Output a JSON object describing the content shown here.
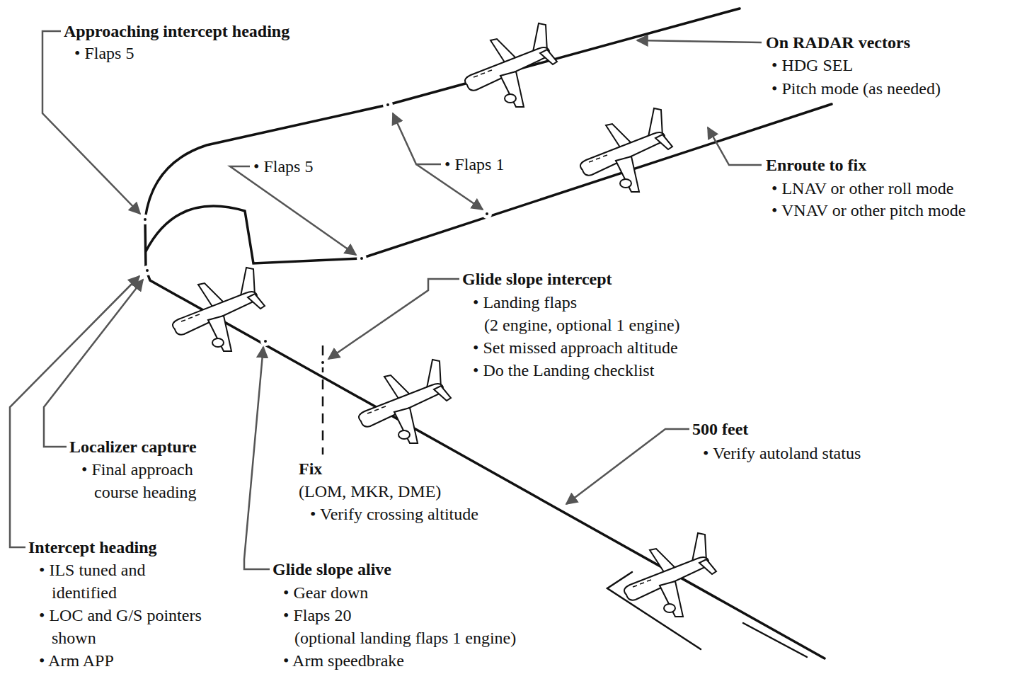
{
  "diagram": {
    "labels": [
      "Approaching intercept heading",
      "• Flaps 5",
      "On RADAR vectors",
      "• HDG SEL",
      "• Pitch mode (as needed)",
      "• Flaps 5",
      "• Flaps 1",
      "Enroute to fix",
      "• LNAV or other roll mode",
      "• VNAV or other pitch mode",
      "Glide slope intercept",
      "• Landing flaps",
      "(2 engine, optional 1 engine)",
      "• Set missed approach altitude",
      "• Do the Landing checklist",
      "500 feet",
      "• Verify autoland status",
      "Localizer capture",
      "• Final approach course heading",
      "Fix",
      "(LOM, MKR, DME)",
      "• Verify crossing altitude",
      "Intercept heading",
      "• ILS tuned and identified",
      "• LOC and G/S pointers shown",
      "• Arm APP",
      "Glide slope alive",
      "• Gear down",
      "• Flaps 20",
      "(optional landing flaps 1 engine)",
      "• Arm speedbrake"
    ]
  }
}
